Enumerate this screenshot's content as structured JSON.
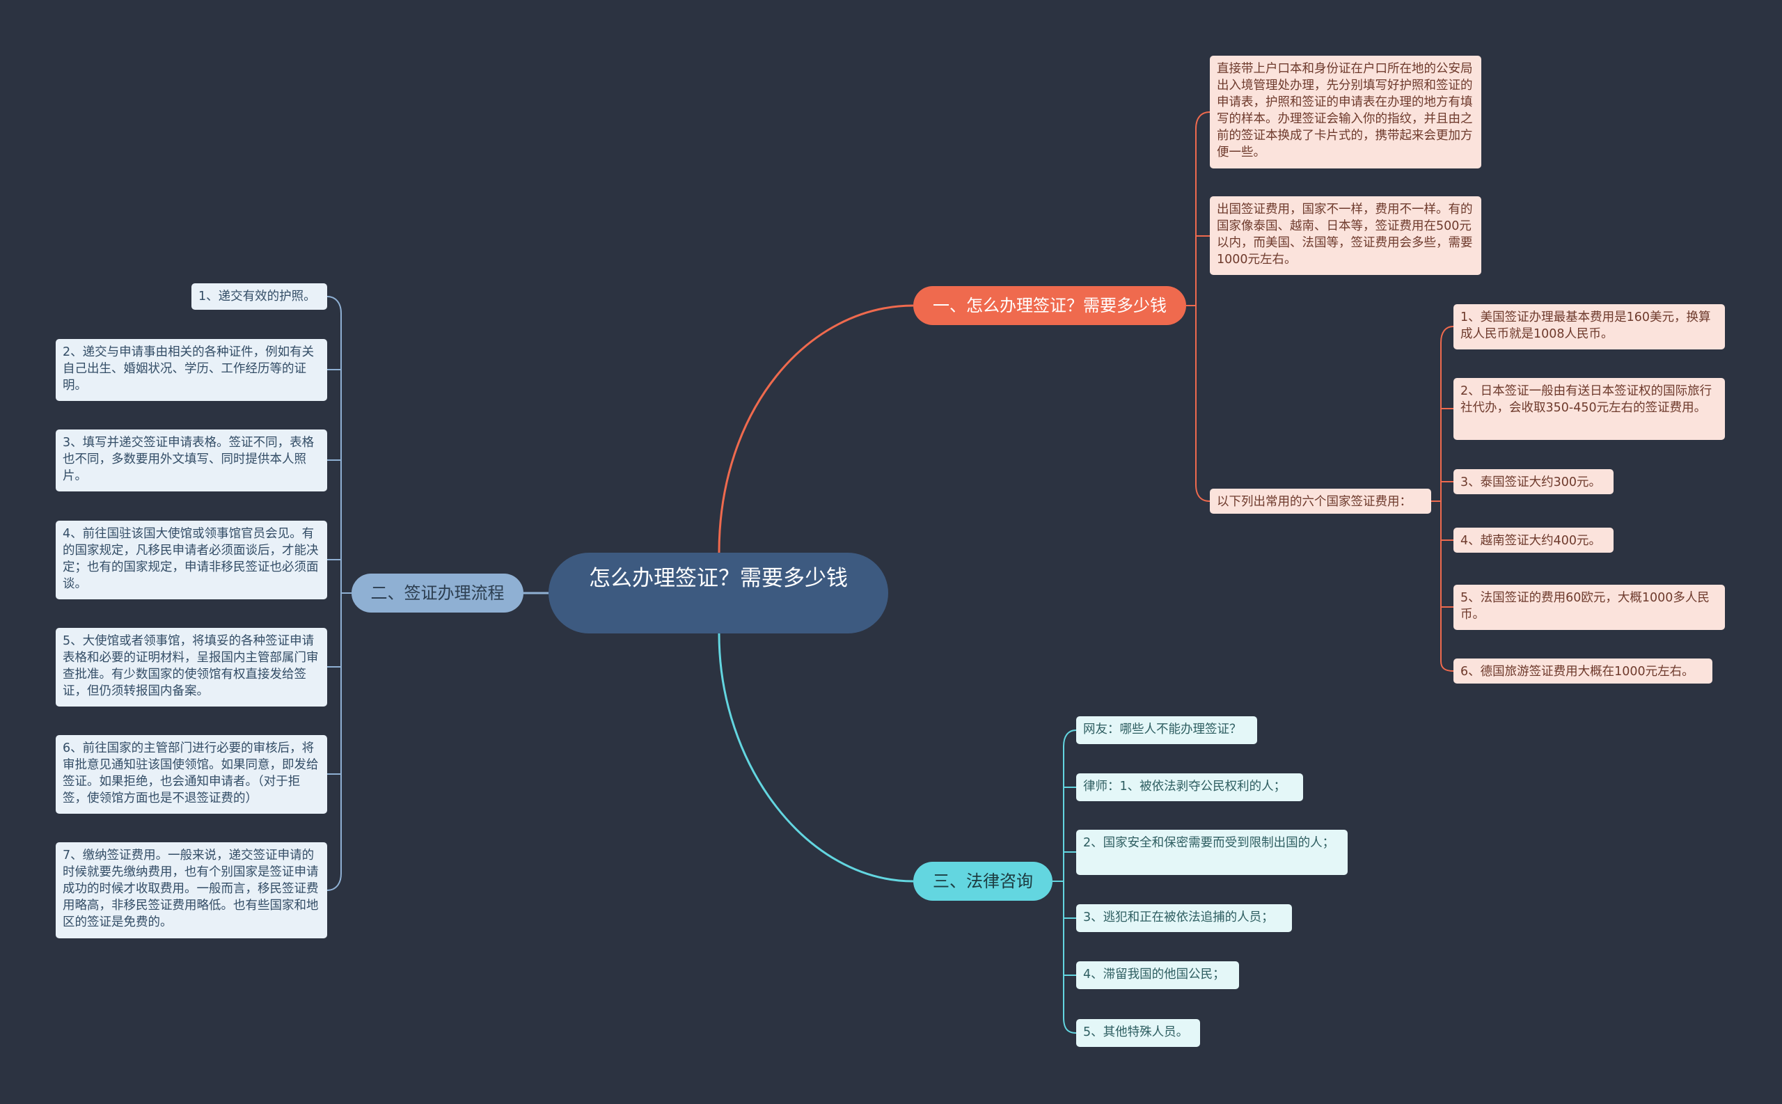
{
  "root": {
    "label": "怎么办理签证？需要多少钱"
  },
  "branches": [
    {
      "label": "一、怎么办理签证？需要多少钱",
      "color": "#ef6a4e",
      "children": [
        "直接带上户口本和身份证在户口所在地的公安局出入境管理处办理，先分别填写好护照和签证的申请表，护照和签证的申请表在办理的地方有填写的样本。办理签证会输入你的指纹，并且由之前的签证本换成了卡片式的，携带起来会更加方便一些。",
        "出国签证费用，国家不一样，费用不一样。有的国家像泰国、越南、日本等，签证费用在500元以内，而美国、法国等，签证费用会多些，需要1000元左右。",
        {
          "label": "以下列出常用的六个国家签证费用：",
          "children": [
            "1、美国签证办理最基本费用是160美元，换算成人民币就是1008人民币。",
            "2、日本签证一般由有送日本签证权的国际旅行社代办，会收取350-450元左右的签证费用。",
            "3、泰国签证大约300元。",
            "4、越南签证大约400元。",
            "5、法国签证的费用60欧元，大概1000多人民币。",
            "6、德国旅游签证费用大概在1000元左右。"
          ]
        }
      ]
    },
    {
      "label": "二、签证办理流程",
      "color": "#8fb0d3",
      "children": [
        "1、递交有效的护照。",
        "2、递交与申请事由相关的各种证件，例如有关自己出生、婚姻状况、学历、工作经历等的证明。",
        "3、填写并递交签证申请表格。签证不同，表格也不同，多数要用外文填写、同时提供本人照片。",
        "4、前往国驻该国大使馆或领事馆官员会见。有的国家规定，凡移民申请者必须面谈后，才能决定；也有的国家规定，申请非移民签证也必须面谈。",
        "5、大使馆或者领事馆，将填妥的各种签证申请表格和必要的证明材料，呈报国内主管部属门审查批准。有少数国家的使领馆有权直接发给签证，但仍须转报国内备案。",
        "6、前往国家的主管部门进行必要的审核后，将审批意见通知驻该国使领馆。如果同意，即发给签证。如果拒绝，也会通知申请者。（对于拒签，使领馆方面也是不退签证费的）",
        "7、缴纳签证费用。一般来说，递交签证申请的时候就要先缴纳费用，也有个别国家是签证申请成功的时候才收取费用。一般而言，移民签证费用略高，非移民签证费用略低。也有些国家和地区的签证是免费的。"
      ]
    },
    {
      "label": "三、法律咨询",
      "color": "#63d6e0",
      "children": [
        "网友：哪些人不能办理签证？",
        "律师：1、被依法剥夺公民权利的人；",
        "2、国家安全和保密需要而受到限制出国的人；",
        "3、逃犯和正在被依法追捕的人员；",
        "4、滞留我国的他国公民；",
        "5、其他特殊人员。"
      ]
    }
  ]
}
